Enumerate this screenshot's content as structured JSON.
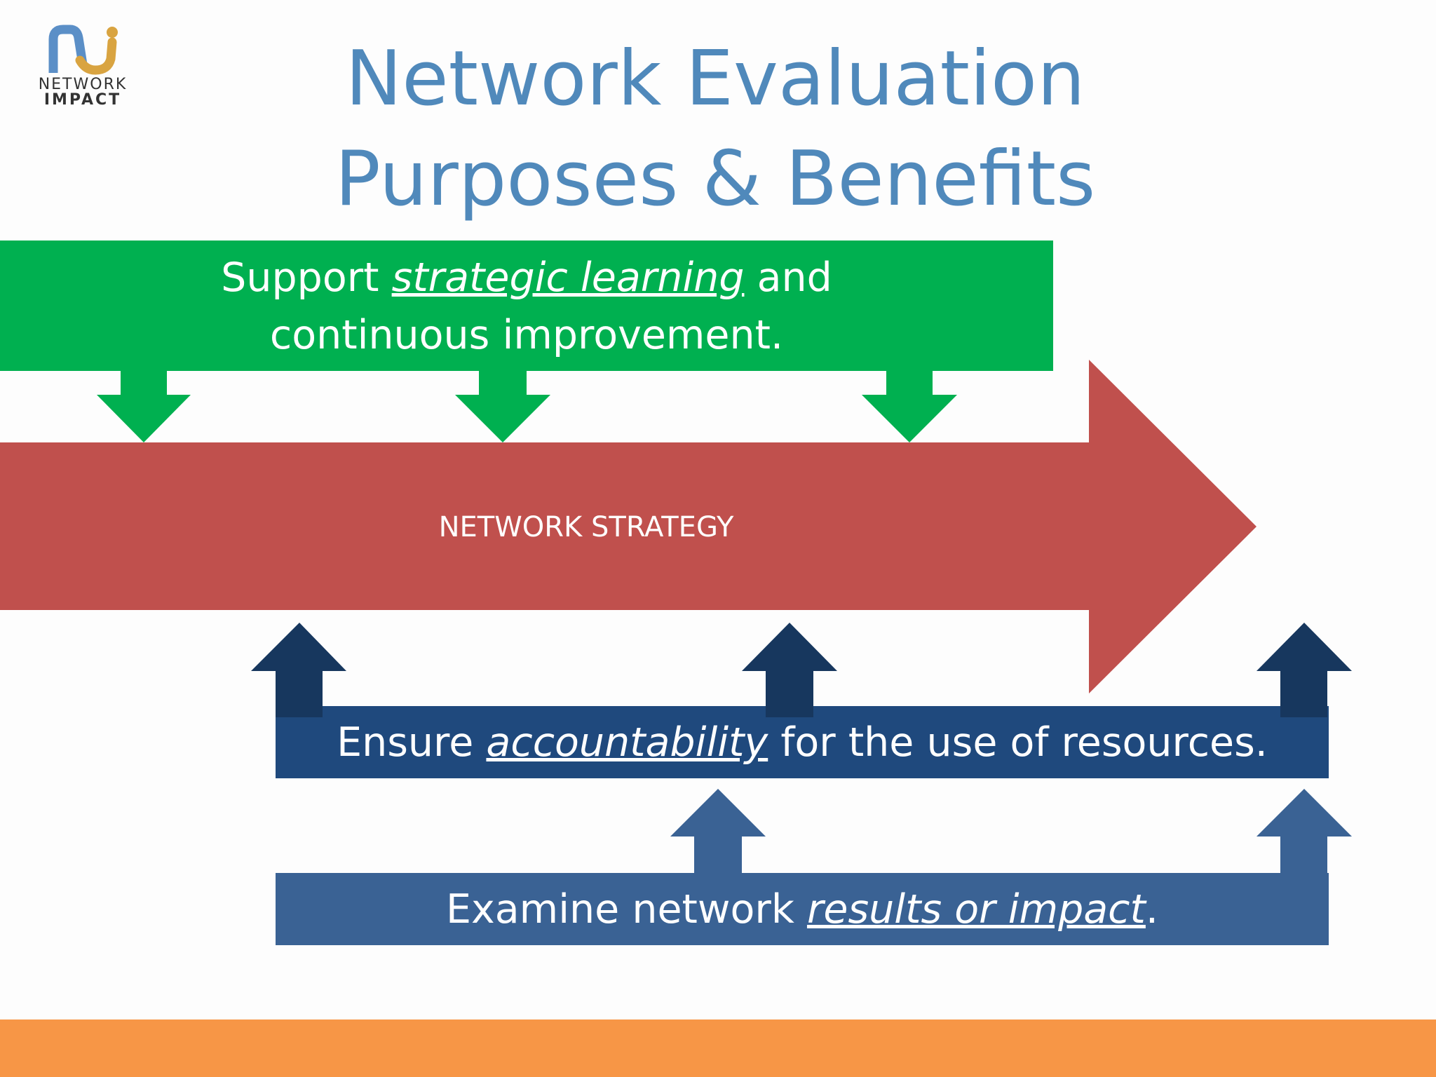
{
  "logo": {
    "line1": "NETWORK",
    "line2": "IMPACT"
  },
  "title": {
    "line1": "Network Evaluation",
    "line2": "Purposes & Benefits"
  },
  "green_box": {
    "text_pre": "Support ",
    "text_emph": "strategic learning",
    "text_post": " and",
    "line2": "continuous improvement."
  },
  "main_arrow": {
    "label": "NETWORK STRATEGY"
  },
  "navy_box": {
    "text_pre": "Ensure ",
    "text_emph": "accountability",
    "text_post": " for the use of resources."
  },
  "blue_box": {
    "text_pre": "Examine network ",
    "text_emph": "results or impact",
    "text_post": "."
  },
  "colors": {
    "title": "#5089bb",
    "green": "#00b050",
    "red": "#c0504d",
    "navy": "#1f497d",
    "navy_arrow": "#17375e",
    "blue": "#3a6294",
    "orange": "#f79646"
  }
}
